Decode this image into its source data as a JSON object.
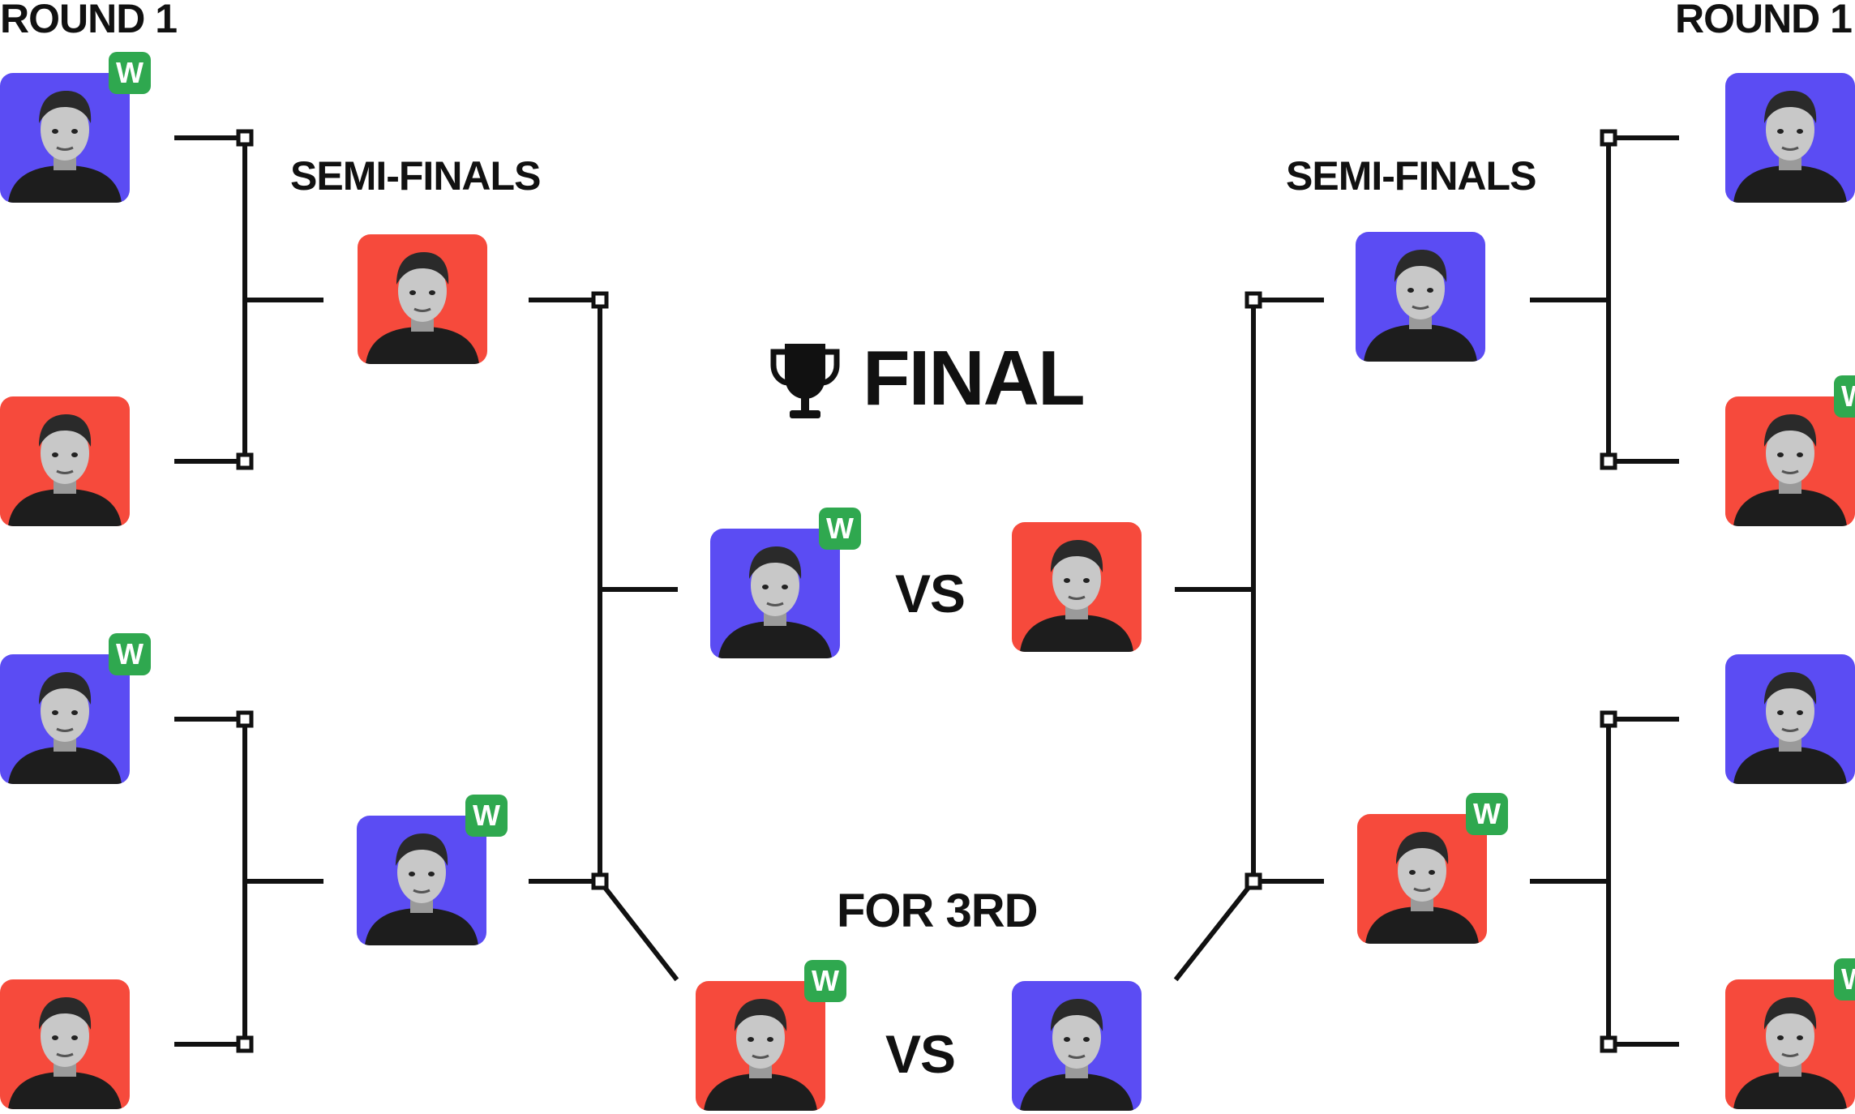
{
  "labels": {
    "round_left": "ROUND 1",
    "round_right": "ROUND 1",
    "semi_left": "SEMI-FINALS",
    "semi_right": "SEMI-FINALS",
    "final": "FINAL",
    "third": "FOR 3RD",
    "vs_final": "VS",
    "vs_third": "VS"
  },
  "winner_badge": "W",
  "colors": {
    "red": "#f64a3c",
    "blue": "#5b4cf3",
    "winner": "#2fa84f",
    "line": "#111111"
  },
  "icons": {
    "final": "trophy-icon"
  },
  "players": [
    {
      "id": "r1-left-1",
      "color": "red",
      "winner": false
    },
    {
      "id": "r1-left-1",
      "color": "blue",
      "winner": true
    },
    {
      "id": "r1-left-2",
      "color": "red",
      "winner": false
    },
    {
      "id": "r1-left-3",
      "color": "blue",
      "winner": true
    },
    {
      "id": "r1-left-4",
      "color": "red",
      "winner": false
    },
    {
      "id": "semi-left-1",
      "color": "red",
      "winner": false
    },
    {
      "id": "semi-left-2",
      "color": "blue",
      "winner": true
    },
    {
      "id": "final-left",
      "color": "blue",
      "winner": true
    },
    {
      "id": "final-right",
      "color": "red",
      "winner": false
    },
    {
      "id": "third-left",
      "color": "red",
      "winner": true
    },
    {
      "id": "third-right",
      "color": "blue",
      "winner": false
    },
    {
      "id": "semi-right-1",
      "color": "blue",
      "winner": false
    },
    {
      "id": "semi-right-2",
      "color": "red",
      "winner": true
    },
    {
      "id": "r1-right-1",
      "color": "blue",
      "winner": false
    },
    {
      "id": "r1-right-2",
      "color": "red",
      "winner": true
    },
    {
      "id": "r1-right-3",
      "color": "blue",
      "winner": false
    },
    {
      "id": "r1-right-4",
      "color": "red",
      "winner": true
    }
  ]
}
